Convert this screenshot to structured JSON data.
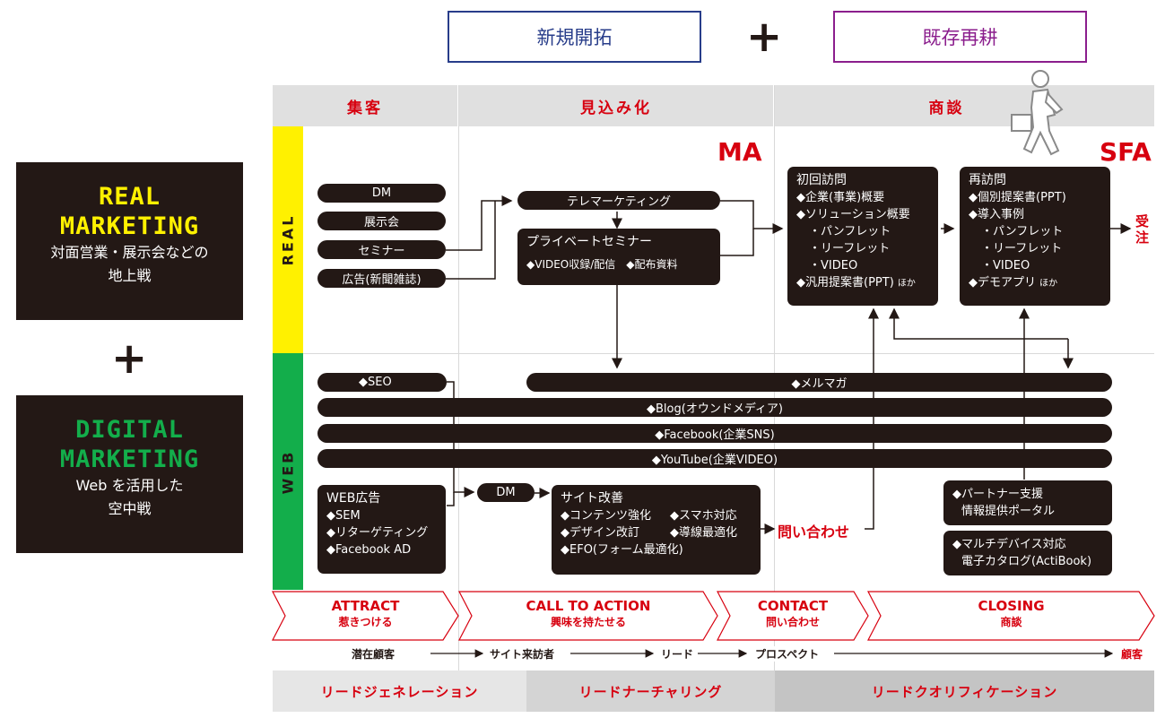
{
  "top": {
    "new": "新規開拓",
    "plus": "+",
    "existing": "既存再耕"
  },
  "side": {
    "real": {
      "title1": "REAL",
      "title2": "MARKETING",
      "sub1": "対面営業・展示会などの",
      "sub2": "地上戦"
    },
    "plus": "+",
    "digital": {
      "title1": "DIGITAL",
      "title2": "MARKETING",
      "sub1": "Web を活用した",
      "sub2": "空中戦"
    }
  },
  "columns": {
    "attract": "集客",
    "nurture": "見込み化",
    "meeting": "商談"
  },
  "tags": {
    "ma": "MA",
    "sfa": "SFA"
  },
  "bands": {
    "real": "REAL",
    "web": "WEB"
  },
  "real": {
    "dm": "DM",
    "expo": "展示会",
    "seminar": "セミナー",
    "ad": "広告(新聞雑誌)",
    "tele": "テレマーケティング",
    "private": {
      "title": "プライベートセミナー",
      "items": "◆VIDEO収録/配信　◆配布資料"
    },
    "first": {
      "title": "初回訪問",
      "l1": "◆企業(事業)概要",
      "l2": "◆ソリューション概要",
      "l3": "・パンフレット",
      "l4": "・リーフレット",
      "l5": "・VIDEO",
      "l6": "◆汎用提案書(PPT)",
      "l6s": "ほか"
    },
    "revisit": {
      "title": "再訪問",
      "l1": "◆個別提案書(PPT)",
      "l2": "◆導入事例",
      "l3": "・パンフレット",
      "l4": "・リーフレット",
      "l5": "・VIDEO",
      "l6": "◆デモアプリ",
      "l6s": "ほか"
    },
    "order1": "受",
    "order2": "注"
  },
  "web": {
    "seo": "◆SEO",
    "mail": "◆メルマガ",
    "blog": "◆Blog(オウンドメディア)",
    "fb": "◆Facebook(企業SNS)",
    "yt": "◆YouTube(企業VIDEO)",
    "webad": {
      "title": "WEB広告",
      "l1": "◆SEM",
      "l2": "◆リターゲティング",
      "l3": "◆Facebook AD"
    },
    "dm": "DM",
    "site": {
      "title": "サイト改善",
      "l1a": "◆コンテンツ強化",
      "l1b": "◆スマホ対応",
      "l2a": "◆デザイン改訂",
      "l2b": "◆導線最適化",
      "l3": "◆EFO(フォーム最適化)"
    },
    "inquiry": "問い合わせ",
    "partner": {
      "l1": "◆パートナー支援",
      "l2": "情報提供ポータル"
    },
    "catalog": {
      "l1": "◆マルチデバイス対応",
      "l2": "電子カタログ(ActiBook)"
    }
  },
  "stages": [
    {
      "en": "ATTRACT",
      "ja": "惹きつける"
    },
    {
      "en": "CALL TO ACTION",
      "ja": "興味を持たせる"
    },
    {
      "en": "CONTACT",
      "ja": "問い合わせ"
    },
    {
      "en": "CLOSING",
      "ja": "商談"
    }
  ],
  "flow": {
    "a": "潜在顧客",
    "b": "サイト来訪者",
    "c": "リード",
    "d": "プロスペクト",
    "e": "顧客"
  },
  "bottom": {
    "gen": "リードジェネレーション",
    "nur": "リードナーチャリング",
    "qual": "リードクオリフィケーション"
  }
}
